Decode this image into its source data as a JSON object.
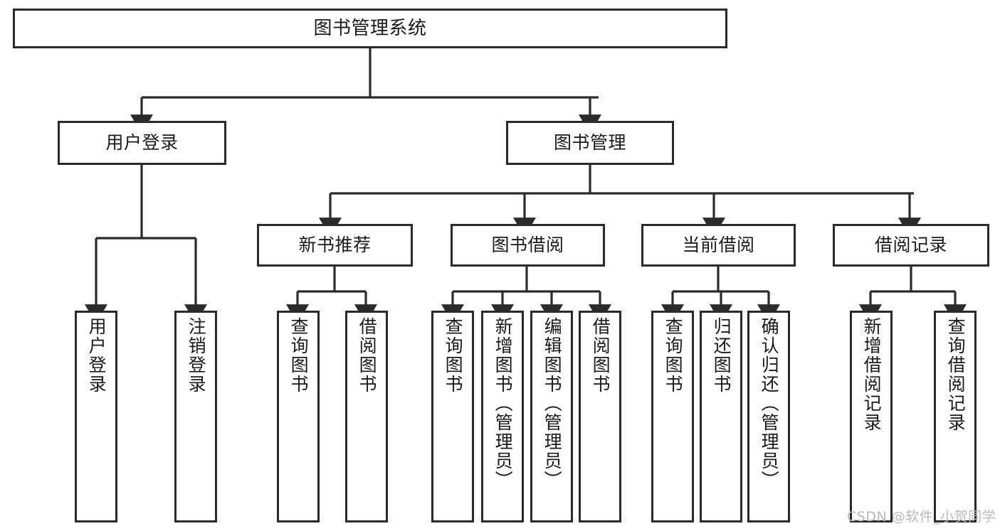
{
  "diagram": {
    "type": "tree-hierarchy-chart",
    "title": "图书管理系统",
    "line_color": "#2b2b2b",
    "box_fill": "#ffffff",
    "text_color": "#1a1a1a"
  },
  "nodes": {
    "root": {
      "label": "图书管理系统"
    },
    "level2": [
      {
        "label": "用户登录"
      },
      {
        "label": "图书管理"
      }
    ],
    "level3": [
      {
        "label": "新书推荐"
      },
      {
        "label": "图书借阅"
      },
      {
        "label": "当前借阅"
      },
      {
        "label": "借阅记录"
      }
    ],
    "leaves": {
      "user_login": [
        {
          "label": "用户登录"
        },
        {
          "label": "注销登录"
        }
      ],
      "new_book_recommend": [
        {
          "label": "查询图书"
        },
        {
          "label": "借阅图书"
        }
      ],
      "book_borrow": [
        {
          "label": "查询图书"
        },
        {
          "label": "新增图书（管理员）"
        },
        {
          "label": "编辑图书（管理员）"
        },
        {
          "label": "借阅图书"
        }
      ],
      "current_borrow": [
        {
          "label": "查询图书"
        },
        {
          "label": "归还图书"
        },
        {
          "label": "确认归还（管理员）"
        }
      ],
      "borrow_record": [
        {
          "label": "新增借阅记录"
        },
        {
          "label": "查询借阅记录"
        }
      ]
    }
  },
  "watermark": {
    "text": "CSDN @软件_小贺同学"
  }
}
